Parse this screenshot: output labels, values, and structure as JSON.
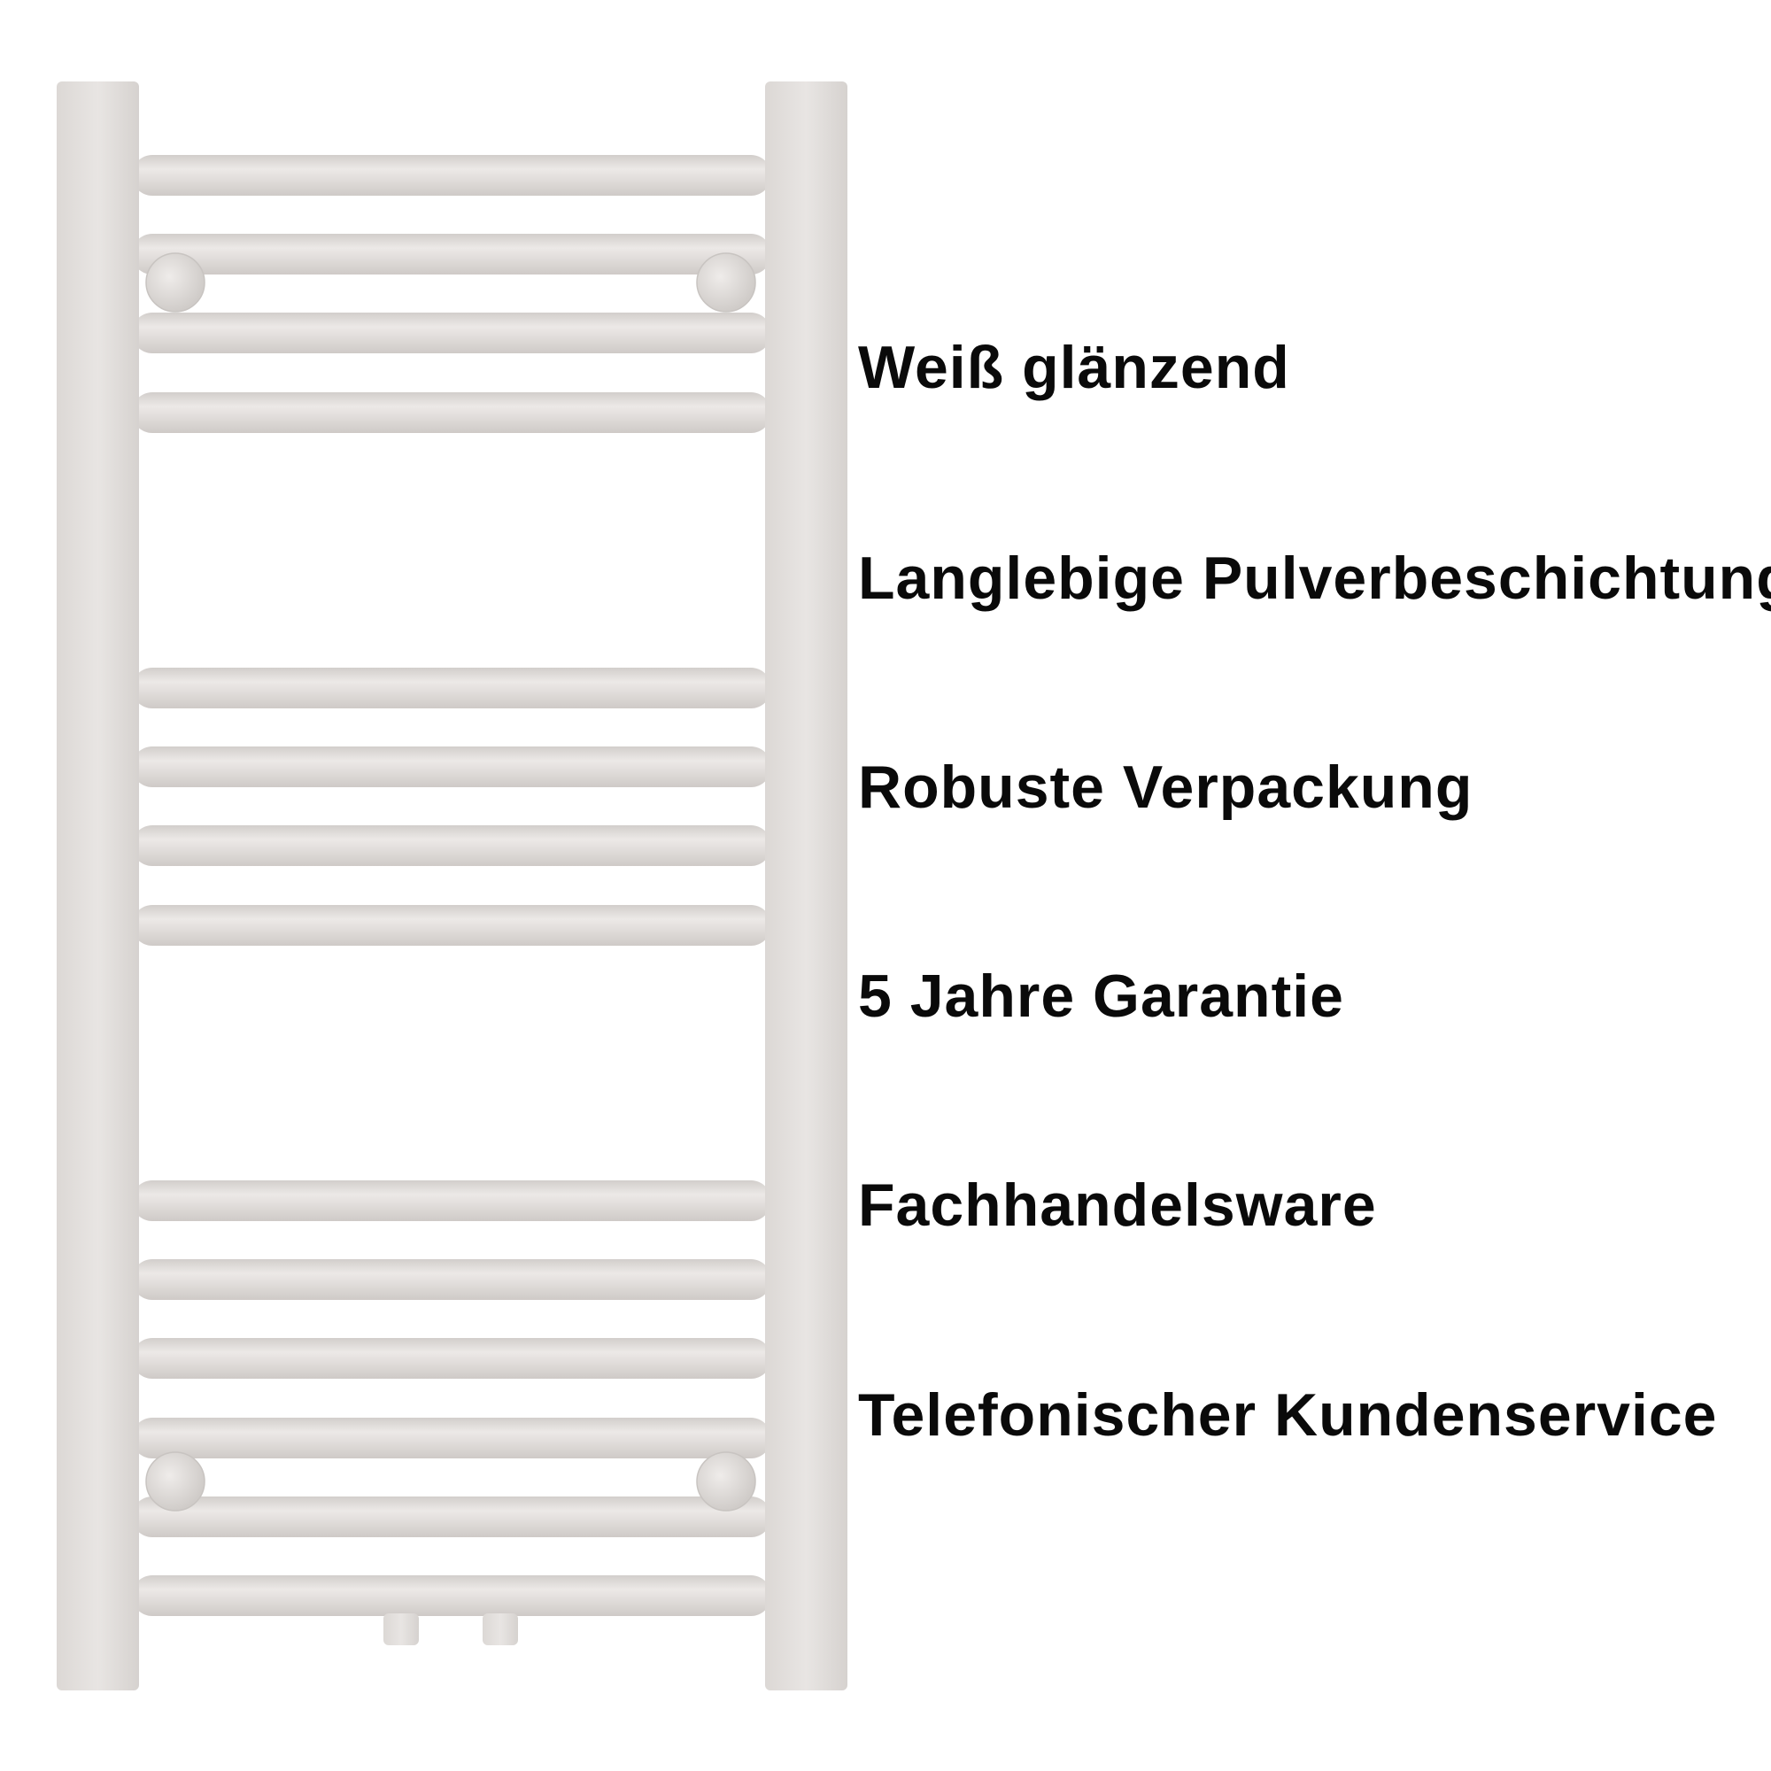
{
  "product": {
    "color": "#e3dfdc",
    "features": [
      {
        "label": "Weiß glänzend"
      },
      {
        "label": "Langlebige Pulverbeschichtung"
      },
      {
        "label": "Robuste Verpackung"
      },
      {
        "label": "5 Jahre Garantie"
      },
      {
        "label": "Fachhandelsware"
      },
      {
        "label": "Telefonischer Kundenservice"
      }
    ]
  }
}
